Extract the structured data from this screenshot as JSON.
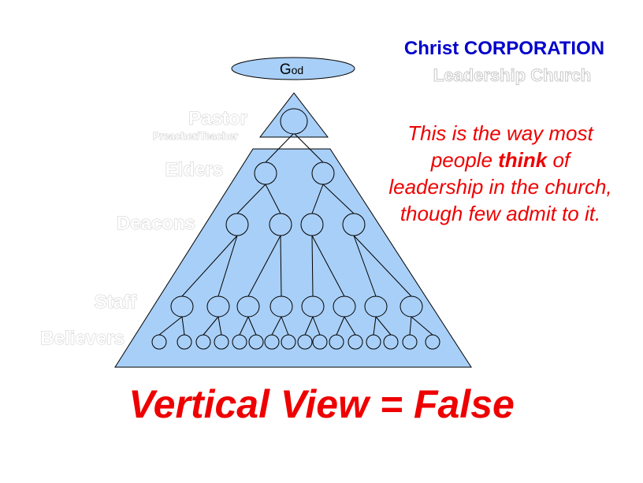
{
  "header": {
    "title": "Christ CORPORATION",
    "subtitle": "Leadership Church"
  },
  "god_label": {
    "big": "G",
    "rest": "od"
  },
  "levels": {
    "pastor": "Pastor",
    "pastor_sub": "Preacher/Teacher",
    "elders": "Elders",
    "deacons": "Deacons",
    "staff": "Staff",
    "believers": "Believers"
  },
  "note": {
    "line1": "This is the way most",
    "line2_pre": "people ",
    "line2_bold": "think",
    "line2_post": " of",
    "line3": "leadership in the church,",
    "line4": "though few admit to it."
  },
  "conclusion": "Vertical View = False",
  "colors": {
    "pyramid_fill": "#a8cff7",
    "node_fill": "#a8cff7",
    "god_fill": "#a8cff7",
    "title_blue": "#0000cc",
    "accent_red": "#ee0000"
  }
}
